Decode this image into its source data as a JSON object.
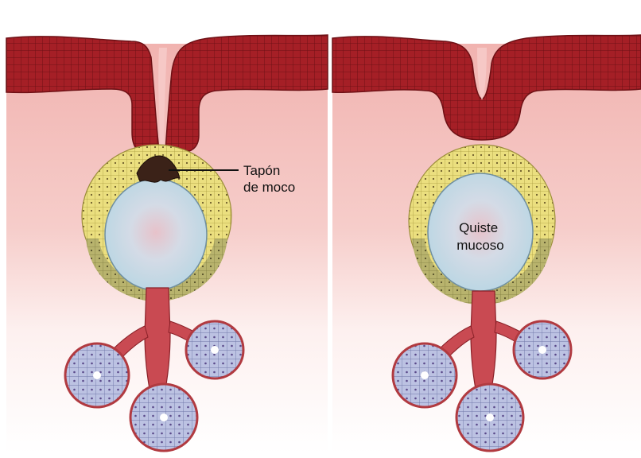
{
  "panels": [
    {
      "id": "left",
      "label_lines": [
        "Tapón",
        "de moco"
      ]
    },
    {
      "id": "right",
      "label_lines": [
        "Quiste",
        "mucoso"
      ]
    }
  ],
  "colors": {
    "epithelium": "#9c1c22",
    "epithelium_dark": "#6e1015",
    "tissue": "#f2b9b6",
    "tissue_light": "#fbe3e1",
    "gland_yellow": "#e9dd7b",
    "gland_olive": "#b6b06a",
    "cyst": "#c9e0ea",
    "cyst_center": "#e5bfc7",
    "acini": "#b9bfe0",
    "plug": "#3a2118"
  }
}
